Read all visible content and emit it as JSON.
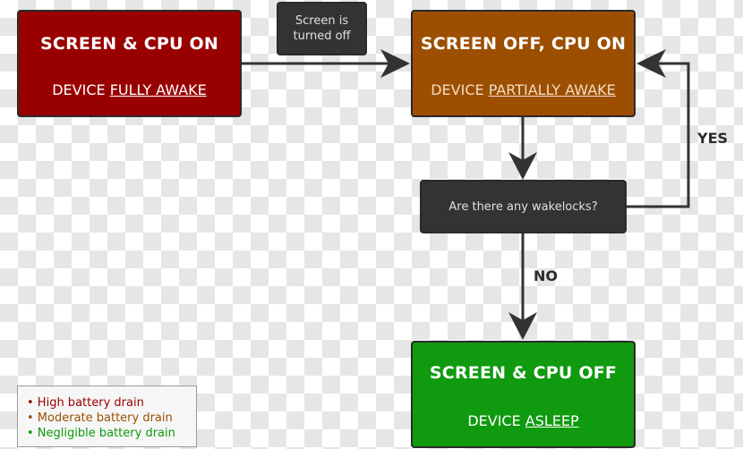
{
  "states": {
    "fully_awake": {
      "title": "SCREEN & CPU ON",
      "prefix": "DEVICE ",
      "status": "FULLY AWAKE",
      "color": "#990000"
    },
    "partially_awake": {
      "title": "SCREEN OFF, CPU ON",
      "prefix": "DEVICE ",
      "status": "PARTIALLY AWAKE",
      "color": "#9c4f00"
    },
    "asleep": {
      "title": "SCREEN & CPU OFF",
      "prefix": "DEVICE ",
      "status": "ASLEEP",
      "color": "#0f9a0f"
    }
  },
  "events": {
    "screen_off": {
      "line1": "Screen is",
      "line2": "turned off"
    }
  },
  "decision": {
    "question": "Are there any wakelocks?"
  },
  "edge_labels": {
    "yes": "YES",
    "no": "NO"
  },
  "legend": {
    "items": [
      {
        "text": "• High battery drain",
        "color": "#990000"
      },
      {
        "text": "• Moderate battery drain",
        "color": "#9c4f00"
      },
      {
        "text": "• Negligible battery drain",
        "color": "#0f9a0f"
      }
    ]
  }
}
